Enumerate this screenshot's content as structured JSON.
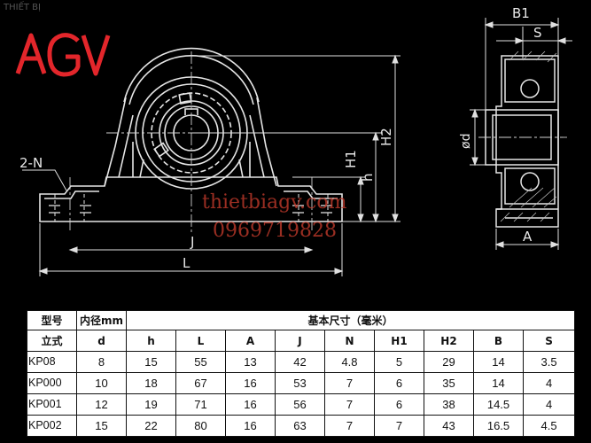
{
  "watermark": {
    "corner": "THIẾT BỊ",
    "site": "thietbiagv.com",
    "phone": "0969719828"
  },
  "logo": {
    "text": "AGV",
    "color": "#e3262b"
  },
  "labels": {
    "slots": "2-N",
    "h1": "H1",
    "h": "h",
    "h2": "H2",
    "j": "J",
    "l": "L",
    "b1": "B1",
    "s": "S",
    "d": "ød",
    "a": "A"
  },
  "table": {
    "header_row1": {
      "model": "型号",
      "bore": "内径mm",
      "dims": "基本尺寸（毫米）"
    },
    "header_row2": [
      "立式",
      "d",
      "h",
      "L",
      "A",
      "J",
      "N",
      "H1",
      "H2",
      "B",
      "S"
    ],
    "rows": [
      [
        "KP08",
        "8",
        "15",
        "55",
        "13",
        "42",
        "4.8",
        "5",
        "29",
        "14",
        "3.5"
      ],
      [
        "KP000",
        "10",
        "18",
        "67",
        "16",
        "53",
        "7",
        "6",
        "35",
        "14",
        "4"
      ],
      [
        "KP001",
        "12",
        "19",
        "71",
        "16",
        "56",
        "7",
        "6",
        "38",
        "14.5",
        "4"
      ],
      [
        "KP002",
        "15",
        "22",
        "80",
        "16",
        "63",
        "7",
        "7",
        "43",
        "16.5",
        "4.5"
      ]
    ]
  }
}
